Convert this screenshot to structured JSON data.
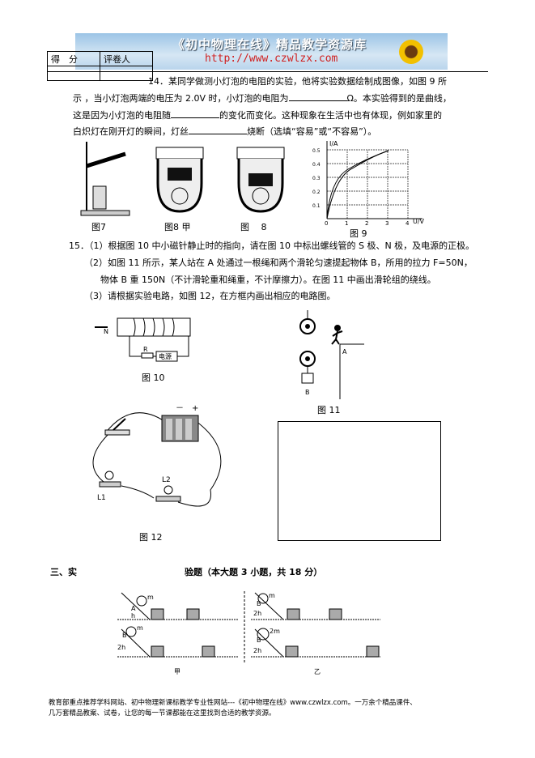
{
  "banner": {
    "title": "《初中物理在线》精品教学资源库",
    "url": "http://www.czwlzx.com"
  },
  "score_table": {
    "score_label": "得　分",
    "grader_label": "评卷人"
  },
  "q14": {
    "line1": "14．某同学做测小灯泡的电阻的实验，他将实验数据绘制成图像，如图 9 所",
    "line2a": "示 ，当小灯泡两端的电压为 2.0V 时，小灯泡的电阻为",
    "line2b": "Ω。本实验得到的是曲线，",
    "line3a": "这是因为小灯泡的电阻随",
    "line3b": "的变化而变化。这种现象在生活中也有体现，例如家里的",
    "line4a": "白炽灯在刚开灯的瞬间，灯丝",
    "line4b": "烧断（选填“容易”或“不容易”）。"
  },
  "figures": {
    "fig7": "图7",
    "fig8a": "图8 甲",
    "fig8b": "图　 8",
    "fig9": "图 9",
    "fig10": "图 10",
    "fig11": "图 11",
    "fig12": "图 12"
  },
  "fig9_chart": {
    "ylabel": "I/A",
    "xlabel": "U/V",
    "yticks": [
      "0.1",
      "0.2",
      "0.3",
      "0.4",
      "0.5"
    ],
    "xticks": [
      "0",
      "1",
      "2",
      "3",
      "4"
    ]
  },
  "q15": {
    "p1": "15．（1）根据图 10 中小磁针静止时的指向，请在图 10 中标出螺线管的 S 极、N 极，及电源的正极。",
    "p2a": "（2）如图 11 所示，某人站在 A 处通过一根绳和两个滑轮匀速提起物体 B，所用的拉力 F=50N，",
    "p2b": "物体 B 重 150N（不计滑轮重和绳重，不计摩擦力）。在图 11 中画出滑轮组的绕线。",
    "p3": "（3）请根据实验电路，如图 12，在方框内画出相应的电路图。"
  },
  "fig10_labels": {
    "N": "N",
    "R": "R",
    "source": "电源"
  },
  "fig11_labels": {
    "A": "A",
    "B": "B"
  },
  "fig12_labels": {
    "minus": "－",
    "plus": "+",
    "L1": "L1",
    "L2": "L2"
  },
  "section3": {
    "num": "三、实",
    "title": "验题（本大题 3 小题，共 18 分）"
  },
  "exp_labels": {
    "m": "m",
    "A": "A",
    "h": "h",
    "B": "B",
    "2h": "2h",
    "2m": "2m",
    "jia": "甲",
    "yi": "乙"
  },
  "footer": {
    "line1": "教育部重点推荐学科网站、初中物理新课标教学专业性网站---《初中物理在线》www.czwlzx.com。一万余个精品课件、",
    "line2": "几万套精品教案、试卷，让您的每一节课都能在这里找到合适的教学资源。"
  }
}
